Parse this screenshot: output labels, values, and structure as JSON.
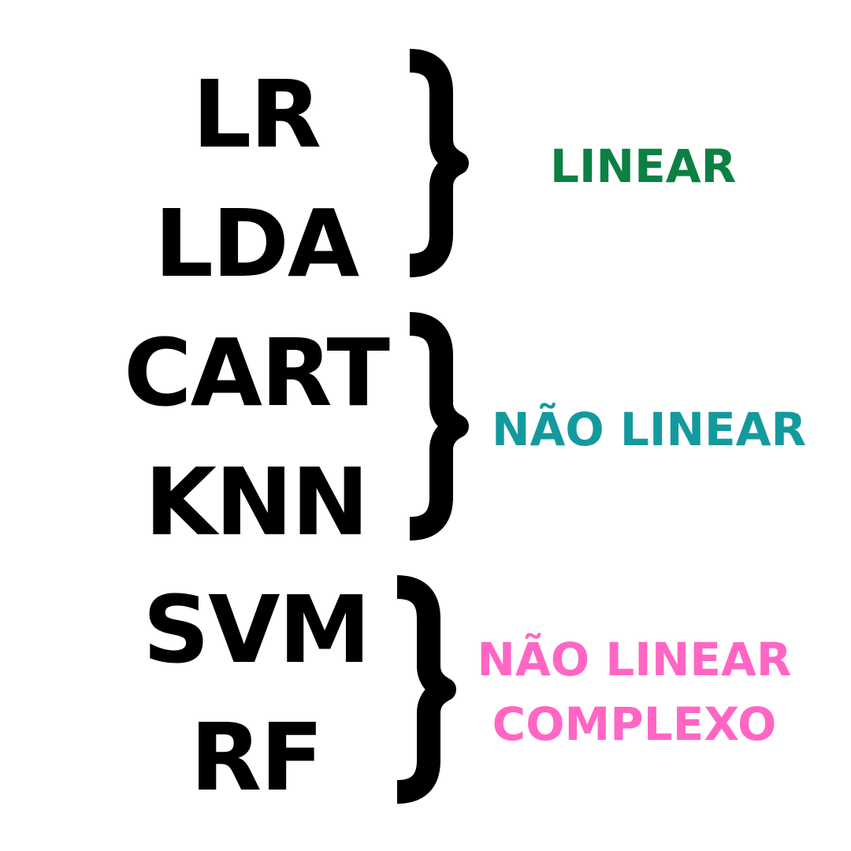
{
  "colors": {
    "text": "#000000",
    "linear": "#0b8043",
    "nonlinear": "#139a9e",
    "complex": "#ff66c4"
  },
  "groups": [
    {
      "models": [
        "LR",
        "LDA"
      ],
      "label_lines": [
        "LINEAR"
      ]
    },
    {
      "models": [
        "CART",
        "KNN"
      ],
      "label_lines": [
        "NÃO LINEAR"
      ]
    },
    {
      "models": [
        "SVM",
        "RF"
      ],
      "label_lines": [
        "NÃO LINEAR",
        "COMPLEXO"
      ]
    }
  ]
}
